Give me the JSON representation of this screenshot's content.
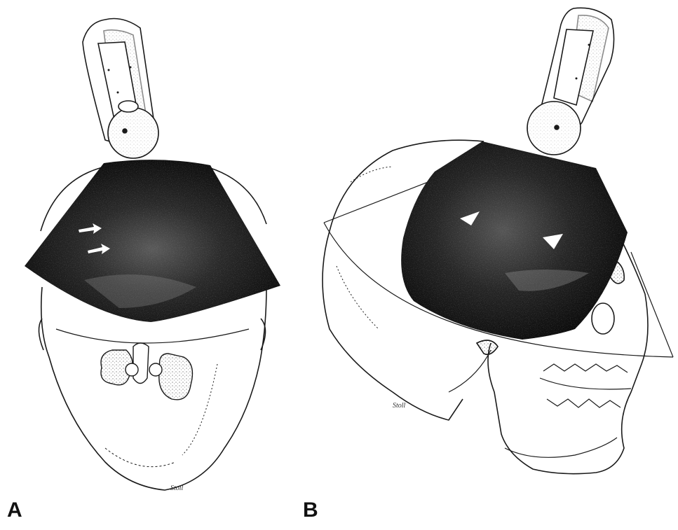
{
  "panels": [
    {
      "id": "A",
      "label": "A"
    },
    {
      "id": "B",
      "label": "B"
    }
  ],
  "signature": {
    "panel_a": "Stoll",
    "panel_b": "Stoll"
  },
  "markers": {
    "panel_a": [
      "arrow",
      "arrow"
    ],
    "panel_b": [
      "arrowhead",
      "arrowhead"
    ]
  },
  "colors": {
    "ink": "#1a1a1a",
    "scan": "#0d0d0d",
    "paper": "#ffffff"
  }
}
